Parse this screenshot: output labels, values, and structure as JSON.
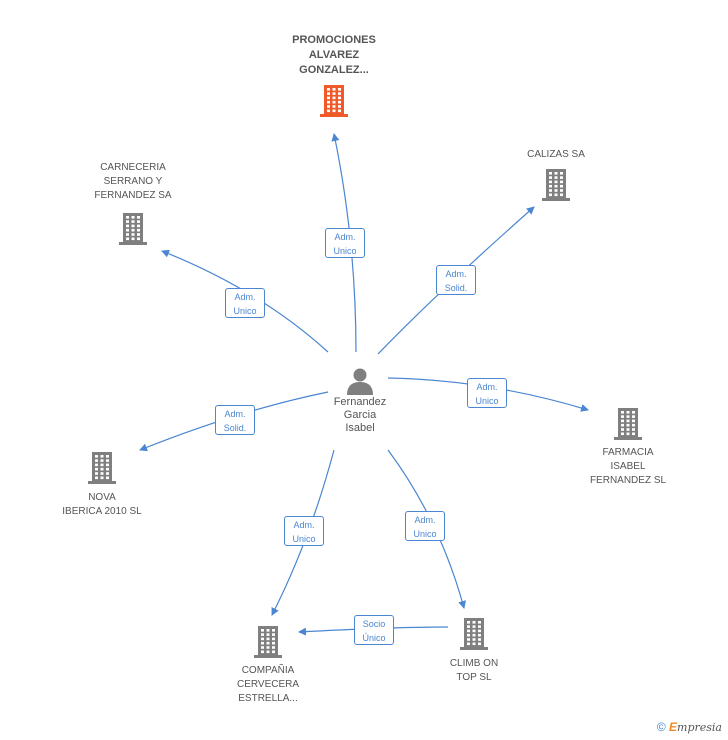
{
  "colors": {
    "edge": "#4a86d1",
    "building": "#7f7f7f",
    "highlight": "#f05a28",
    "text": "#555555"
  },
  "center": {
    "label": "Fernandez\nGarcia\nIsabel",
    "icon": "person-icon"
  },
  "companies": [
    {
      "id": "promociones",
      "label": "PROMOCIONES\nALVAREZ\nGONZALEZ...",
      "highlight": true
    },
    {
      "id": "calizas",
      "label": "CALIZAS SA"
    },
    {
      "id": "carneceria",
      "label": "CARNECERIA\nSERRANO Y\nFERNANDEZ SA"
    },
    {
      "id": "farmacia",
      "label": "FARMACIA\nISABEL\nFERNANDEZ  SL"
    },
    {
      "id": "nova",
      "label": "NOVA\nIBERICA 2010 SL"
    },
    {
      "id": "compania",
      "label": "COMPAÑIA\nCERVECERA\nESTRELLA..."
    },
    {
      "id": "climb",
      "label": "CLIMB ON\nTOP SL"
    }
  ],
  "edges": [
    {
      "from": "center",
      "to": "promociones",
      "label": "Adm.\nUnico"
    },
    {
      "from": "center",
      "to": "calizas",
      "label": "Adm.\nSolid."
    },
    {
      "from": "center",
      "to": "carneceria",
      "label": "Adm.\nUnico"
    },
    {
      "from": "center",
      "to": "farmacia",
      "label": "Adm.\nUnico"
    },
    {
      "from": "center",
      "to": "nova",
      "label": "Adm.\nSolid."
    },
    {
      "from": "center",
      "to": "compania",
      "label": "Adm.\nUnico"
    },
    {
      "from": "center",
      "to": "climb",
      "label": "Adm.\nUnico"
    },
    {
      "from": "climb",
      "to": "compania",
      "label": "Socio\nÚnico"
    }
  ],
  "footer": {
    "copyright": "©",
    "brand_initial": "E",
    "brand_rest": "mpresia"
  }
}
